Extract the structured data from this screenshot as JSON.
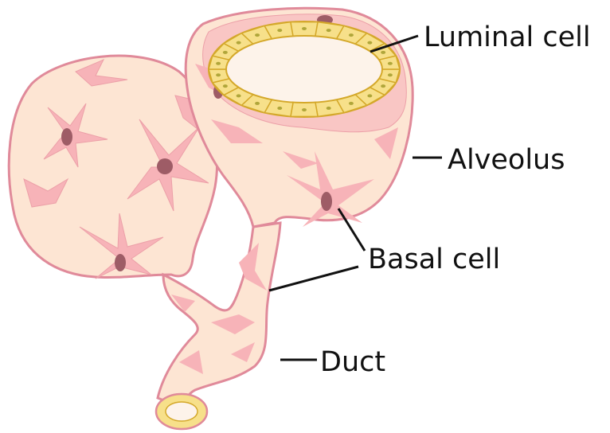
{
  "labels": {
    "luminal_cell": "Luminal cell",
    "alveolus": "Alveolus",
    "basal_cell": "Basal cell",
    "duct": "Duct"
  },
  "colors": {
    "tissue_fill": "#fde5d3",
    "tissue_outline": "#e08a9a",
    "basal_cell_fill": "#f7b3b8",
    "nucleus": "#9e5c66",
    "luminal_cell_fill": "#f7e08a",
    "luminal_cell_outline": "#d4a82a",
    "luminal_nucleus": "#b0a63a",
    "lumen": "#fdf3ea",
    "leader_line": "#111111"
  }
}
